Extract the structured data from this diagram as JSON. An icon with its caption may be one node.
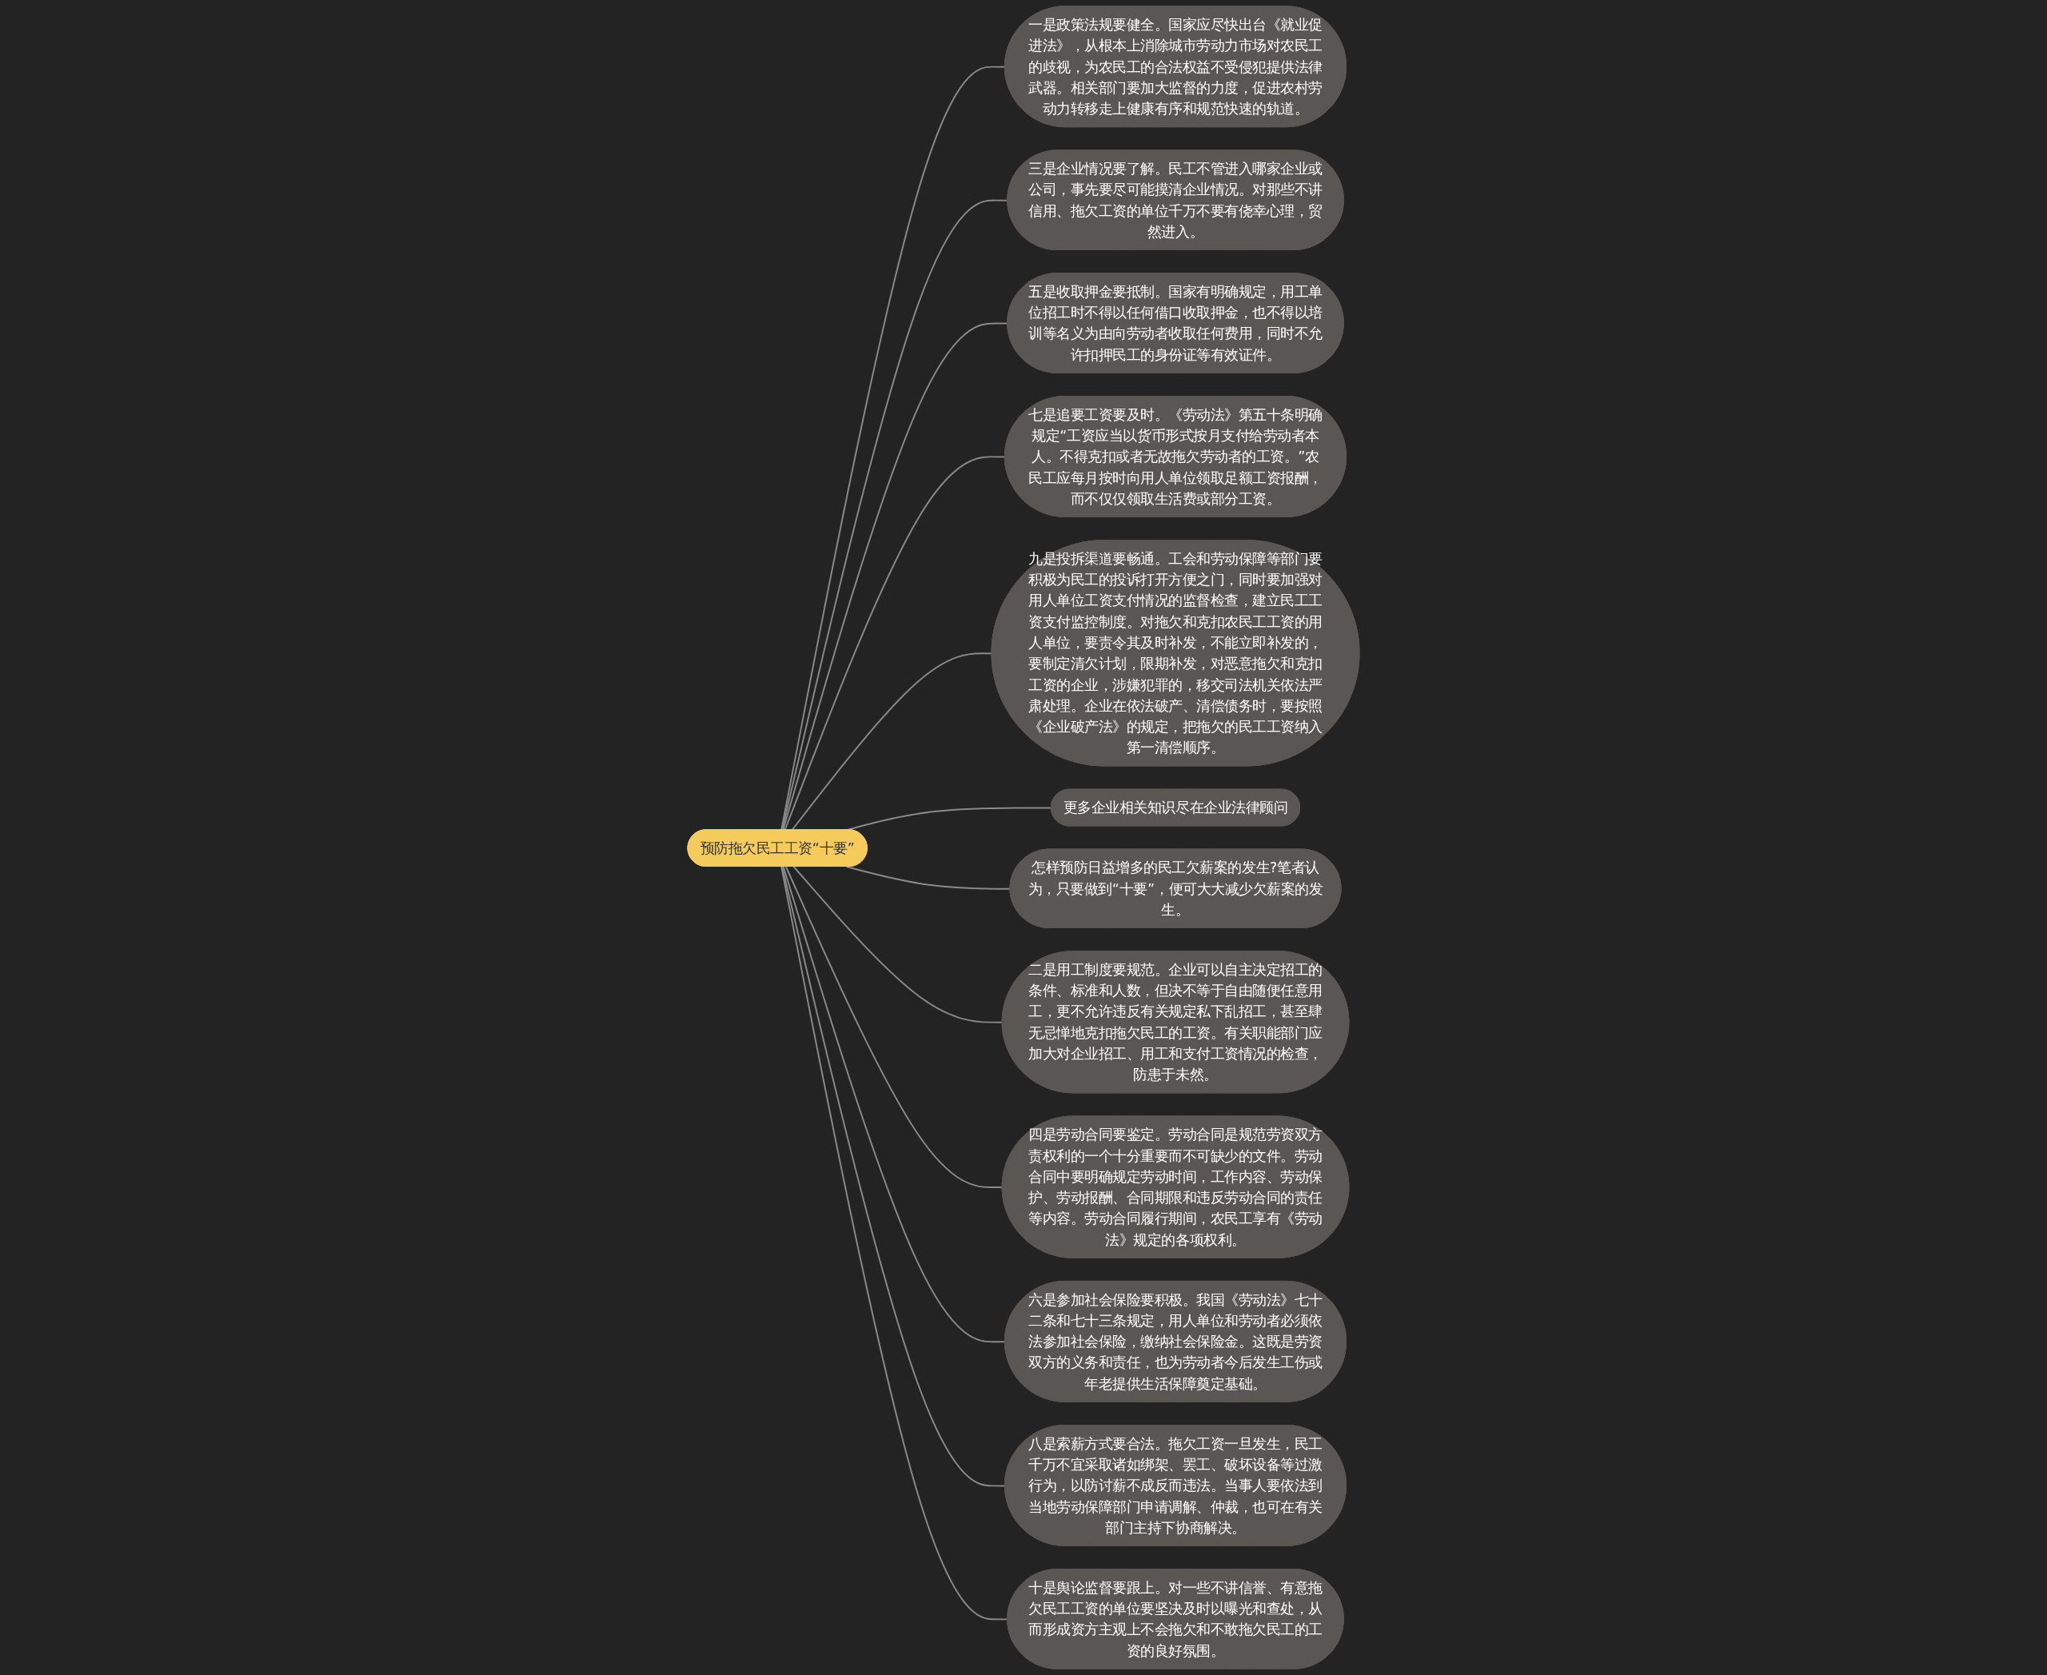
{
  "diagram": {
    "nodes": [
      {
        "text": [
          "预防拖欠民工工资“十要”"
        ]
      },
      {
        "text": [
          "一是政策法规要健全。国家应尽快出台《就业促进法》，从根本上消除城市劳动力市场对农民工的歧视，为农民工的合法权益不受侵犯提供法律武器。相关部门要加大监督的力度，促进农村劳动力转移走上健康有序和规范快速的轨道。"
        ]
      },
      {
        "text": [
          "三是企业情况要了解。民工不管进入哪家企业或公司，事先要尽可能摸清企业情况。对那些不讲信用、拖欠工资的单位千万不要有侥幸心理，贸然进入。"
        ]
      },
      {
        "text": [
          "五是收取押金要抵制。国家有明确规定，用工单位招工时不得以任何借口收取押金，也不得以培训等名义为由向劳动者收取任何费用，同时不允许扣押民工的身份证等有效证件。"
        ]
      },
      {
        "text": [
          "七是追要工资要及时。《劳动法》第五十条明确规定“工资应当以货币形式按月支付给劳动者本人。不得克扣或者无故拖欠劳动者的工资。”农民工应每月按时向用人单位领取足额工资报酬，而不仅仅领取生活费或部分工资。"
        ]
      },
      {
        "text": [
          "九是投拆渠道要畅通。工会和劳动保障等部门要积极为民工的投诉打开方便之门，同时要加强对用人单位工资支付情况的监督检查，建立民工工资支付监控制度。对拖欠和克扣农民工工资的用人单位，要责令其及时补发，不能立即补发的，要制定清欠计划，限期补发，对恶意拖欠和克扣工资的企业，涉嫌犯罪的，移交司法机关依法严肃处理。企业在依法破产、清偿债务时，要按照《企业破产法》的规定，把拖欠的民工工资纳入第一清偿顺序。"
        ]
      },
      {
        "text": [
          "更多企业相关知识尽在企业法律顾问"
        ]
      },
      {
        "text": [
          "怎样预防日益增多的民工欠薪案的发生?笔者认为，只要做到“十要”，便可大大减少欠薪案的发生。"
        ]
      },
      {
        "text": [
          "二是用工制度要规范。企业可以自主决定招工的条件、标准和人数，但决不等于自由随便任意用工，更不允许违反有关规定私下乱招工，甚至肆无忌惮地克扣拖欠民工的工资。有关职能部门应加大对企业招工、用工和支付工资情况的检查，防患于未然。"
        ]
      },
      {
        "text": [
          "四是劳动合同要鉴定。劳动合同是规范劳资双方责权利的一个十分重要而不可缺少的文件。劳动合同中要明确规定劳动时间，工作内容、劳动保护、劳动报酬、合同期限和违反劳动合同的责任等内容。劳动合同履行期间，农民工享有《劳动法》规定的各项权利。"
        ]
      },
      {
        "text": [
          "六是参加社会保险要积极。我国《劳动法》七十二条和七十三条规定，用人单位和劳动者必须依法参加社会保险，缴纳社会保险金。这既是劳资双方的义务和责任，也为劳动者今后发生工伤或年老提供生活保障奠定基础。"
        ]
      },
      {
        "text": [
          "八是索薪方式要合法。拖欠工资一旦发生，民工千万不宜采取诸如绑架、罢工、破坏设备等过激行为，以防讨薪不成反而违法。当事人要依法到当地劳动保障部门申请调解、仲裁，也可在有关部门主持下协商解决。"
        ]
      },
      {
        "text": [
          "十是舆论监督要跟上。对一些不讲信誉、有意拖欠民工工资的单位要坚决及时以曝光和查处，从而形成资方主观上不会拖欠和不敢拖欠民工的工资的良好氛围。"
        ]
      }
    ],
    "edges": [
      {
        "from": 0,
        "to": 1,
        "arrow": "none"
      },
      {
        "from": 0,
        "to": 2,
        "arrow": "none"
      },
      {
        "from": 0,
        "to": 3,
        "arrow": "none"
      },
      {
        "from": 0,
        "to": 4,
        "arrow": "none"
      },
      {
        "from": 0,
        "to": 5,
        "arrow": "none"
      },
      {
        "from": 0,
        "to": 6,
        "arrow": "none"
      },
      {
        "from": 0,
        "to": 7,
        "arrow": "none"
      },
      {
        "from": 0,
        "to": 8,
        "arrow": "none"
      },
      {
        "from": 0,
        "to": 9,
        "arrow": "none"
      },
      {
        "from": 0,
        "to": 10,
        "arrow": "none"
      },
      {
        "from": 0,
        "to": 11,
        "arrow": "none"
      },
      {
        "from": 0,
        "to": 12,
        "arrow": "none"
      }
    ]
  }
}
